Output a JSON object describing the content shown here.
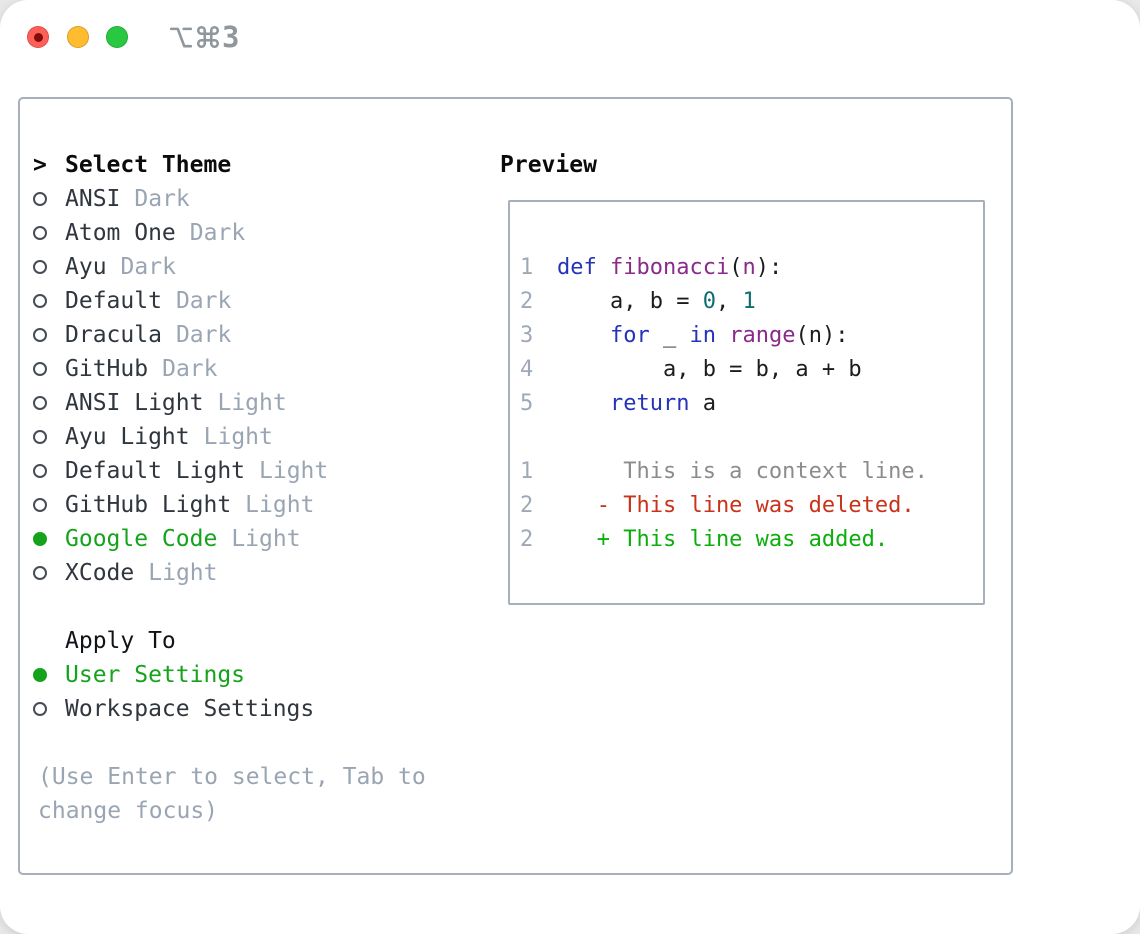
{
  "titlebar": {
    "shortcut_label": "⌥⌘3",
    "shortcut_digit": "3",
    "colors": {
      "close": "#ff5f57",
      "close_dot": "#7f0e08",
      "minimize": "#febc2e",
      "zoom": "#28c840",
      "shortcut_gray": "#8f969d"
    }
  },
  "theme_panel": {
    "header": {
      "cursor": ">",
      "label": "Select Theme"
    },
    "items": [
      {
        "name": "ANSI",
        "variant": "Dark",
        "selected": false
      },
      {
        "name": "Atom One",
        "variant": "Dark",
        "selected": false
      },
      {
        "name": "Ayu",
        "variant": "Dark",
        "selected": false
      },
      {
        "name": "Default",
        "variant": "Dark",
        "selected": false
      },
      {
        "name": "Dracula",
        "variant": "Dark",
        "selected": false
      },
      {
        "name": "GitHub",
        "variant": "Dark",
        "selected": false
      },
      {
        "name": "ANSI Light",
        "variant": "Light",
        "selected": false
      },
      {
        "name": "Ayu Light",
        "variant": "Light",
        "selected": false
      },
      {
        "name": "Default Light",
        "variant": "Light",
        "selected": false
      },
      {
        "name": "GitHub Light",
        "variant": "Light",
        "selected": false
      },
      {
        "name": "Google Code",
        "variant": "Light",
        "selected": true
      },
      {
        "name": "XCode",
        "variant": "Light",
        "selected": false
      }
    ],
    "selection_color": "#16a31c",
    "apply_to": {
      "header": "Apply To",
      "options": [
        {
          "label": "User Settings",
          "selected": true
        },
        {
          "label": "Workspace Settings",
          "selected": false
        }
      ]
    },
    "help_lines": [
      "(Use Enter to select, Tab to",
      "change focus)"
    ]
  },
  "preview": {
    "header": "Preview",
    "colors": {
      "keyword": "#2433b8",
      "function": "#8a2a8a",
      "number": "#0e6e6e",
      "plain": "#1c1c1c",
      "line_number": "#9fa9b6",
      "context": "#8c8c8c",
      "deleted": "#c9331a",
      "added": "#0cae0c"
    },
    "lines": [
      {
        "kind": "code-line",
        "num": "1",
        "tokens": [
          {
            "text": "def",
            "color": "keyword"
          },
          {
            "text": " ",
            "color": "plain"
          },
          {
            "text": "fibonacci",
            "color": "function"
          },
          {
            "text": "(",
            "color": "plain"
          },
          {
            "text": "n",
            "color": "function"
          },
          {
            "text": "):",
            "color": "plain"
          }
        ]
      },
      {
        "kind": "code-line",
        "num": "2",
        "tokens": [
          {
            "text": "    a, b = ",
            "color": "plain"
          },
          {
            "text": "0",
            "color": "number"
          },
          {
            "text": ", ",
            "color": "plain"
          },
          {
            "text": "1",
            "color": "number"
          }
        ]
      },
      {
        "kind": "code-line",
        "num": "3",
        "tokens": [
          {
            "text": "    ",
            "color": "plain"
          },
          {
            "text": "for",
            "color": "keyword"
          },
          {
            "text": " _ ",
            "color": "plain"
          },
          {
            "text": "in",
            "color": "keyword"
          },
          {
            "text": " ",
            "color": "plain"
          },
          {
            "text": "range",
            "color": "function"
          },
          {
            "text": "(n):",
            "color": "plain"
          }
        ]
      },
      {
        "kind": "code-line",
        "num": "4",
        "tokens": [
          {
            "text": "        a, b = b, a + b",
            "color": "plain"
          }
        ]
      },
      {
        "kind": "code-line",
        "num": "5",
        "tokens": [
          {
            "text": "    ",
            "color": "plain"
          },
          {
            "text": "return",
            "color": "keyword"
          },
          {
            "text": " a",
            "color": "plain"
          }
        ]
      },
      {
        "kind": "blank-line",
        "num": "",
        "tokens": []
      },
      {
        "kind": "diff-context-line",
        "num": "1",
        "tokens": [
          {
            "text": "     This is a context line.",
            "color": "context"
          }
        ]
      },
      {
        "kind": "diff-deleted-line",
        "num": "2",
        "tokens": [
          {
            "text": "   - This line was deleted.",
            "color": "deleted"
          }
        ]
      },
      {
        "kind": "diff-added-line",
        "num": "2",
        "tokens": [
          {
            "text": "   + This line was added.",
            "color": "added"
          }
        ]
      }
    ]
  }
}
